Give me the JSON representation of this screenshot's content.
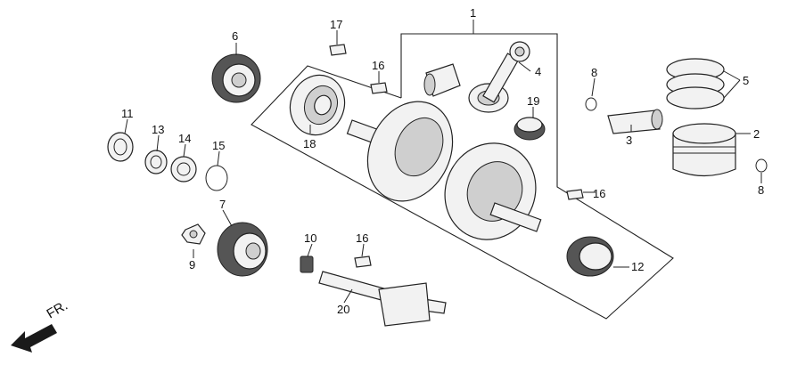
{
  "callouts": {
    "c1": "1",
    "c2": "2",
    "c3": "3",
    "c4": "4",
    "c5": "5",
    "c6": "6",
    "c7": "7",
    "c8a": "8",
    "c8b": "8",
    "c9": "9",
    "c10": "10",
    "c11": "11",
    "c12": "12",
    "c13": "13",
    "c14": "14",
    "c15": "15",
    "c16a": "16",
    "c16b": "16",
    "c16c": "16",
    "c17": "17",
    "c18": "18",
    "c19": "19",
    "c20": "20"
  },
  "direction_label": "FR."
}
